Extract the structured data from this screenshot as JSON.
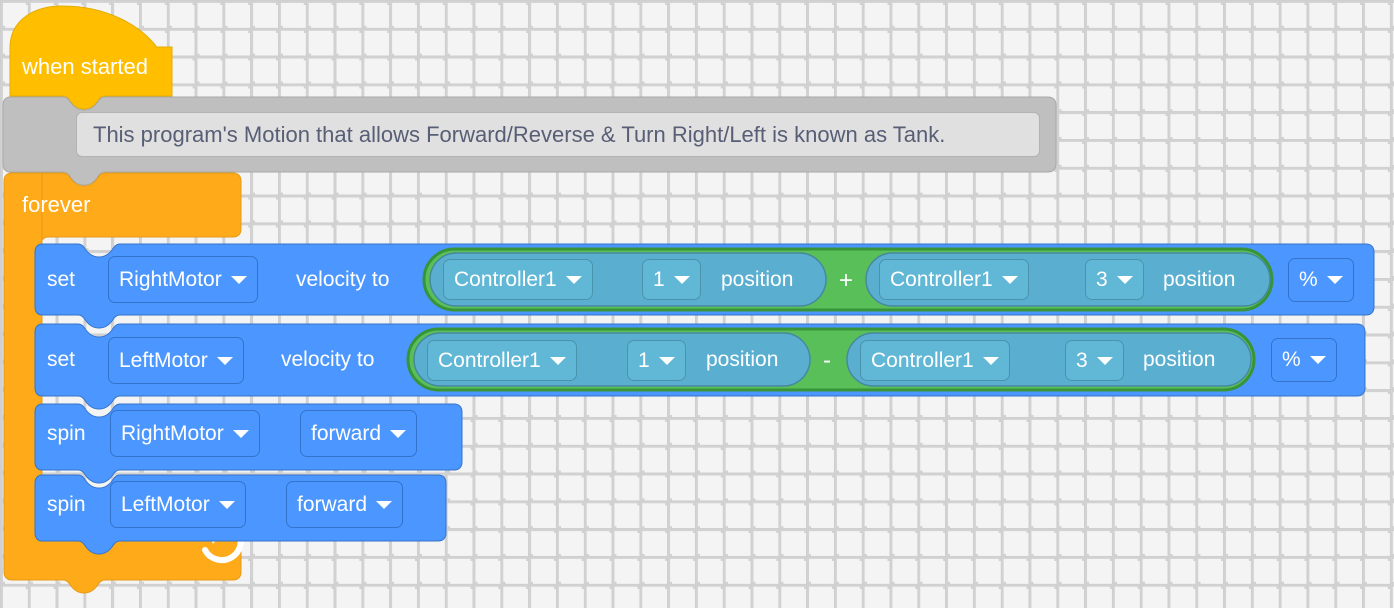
{
  "canvas": {
    "background_color": "#f4f4f4",
    "grid_dot_color": "#d5d5d5"
  },
  "palette": {
    "event_yellow": "#ffbf00",
    "event_yellow_stroke": "#e5ab00",
    "comment_gray": "#bfbfbf",
    "comment_gray_stroke": "#a8a8a8",
    "comment_field": "#e0e0e0",
    "control_orange": "#ffab19",
    "control_orange_stroke": "#e59a17",
    "motion_blue": "#4c97ff",
    "motion_blue_stroke": "#3373cc",
    "operator_green": "#59c059",
    "operator_green_stroke": "#389438",
    "sensing_teal": "#5aafd0",
    "sensing_teal_stroke": "#47889f",
    "text_white": "#ffffff",
    "text_dark": "#575e75"
  },
  "program": {
    "hat": {
      "label": "when started",
      "icon": "flag-start"
    },
    "comment": {
      "text": "This program's Motion that allows Forward/Reverse & Turn Right/Left is known as Tank."
    },
    "forever": {
      "label": "forever",
      "loop_icon": "loop-arrow-icon"
    },
    "statements": [
      {
        "id": "set-rightmotor-velocity",
        "keyword": "set",
        "motor": "RightMotor",
        "middle": "velocity to",
        "operator": "+",
        "left_operand": {
          "device": "Controller1",
          "axis": "1",
          "property": "position"
        },
        "right_operand": {
          "device": "Controller1",
          "axis": "3",
          "property": "position"
        },
        "units": "%"
      },
      {
        "id": "set-leftmotor-velocity",
        "keyword": "set",
        "motor": "LeftMotor",
        "middle": "velocity to",
        "operator": "-",
        "left_operand": {
          "device": "Controller1",
          "axis": "1",
          "property": "position"
        },
        "right_operand": {
          "device": "Controller1",
          "axis": "3",
          "property": "position"
        },
        "units": "%"
      },
      {
        "id": "spin-rightmotor",
        "keyword": "spin",
        "motor": "RightMotor",
        "direction": "forward"
      },
      {
        "id": "spin-leftmotor",
        "keyword": "spin",
        "motor": "LeftMotor",
        "direction": "forward"
      }
    ]
  }
}
